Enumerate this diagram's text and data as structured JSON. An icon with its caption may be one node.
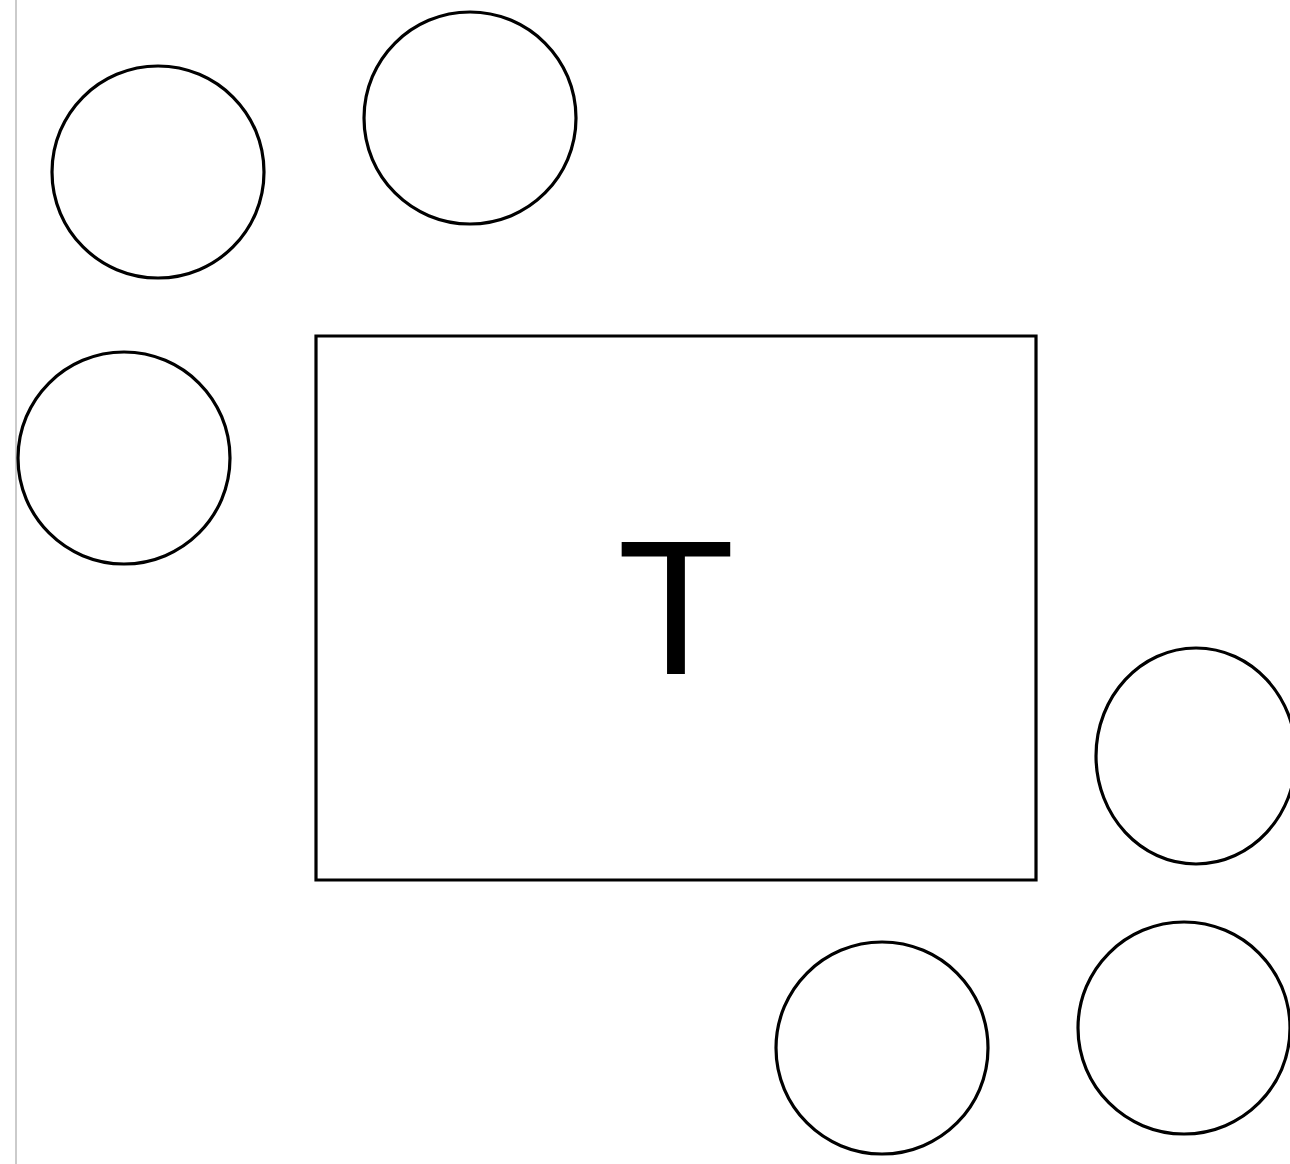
{
  "diagram": {
    "nodes": [
      {
        "text": [],
        "shape": "circle"
      },
      {
        "text": [],
        "shape": "circle"
      },
      {
        "text": [],
        "shape": "circle"
      },
      {
        "text": [
          "T"
        ]
      },
      {
        "text": [],
        "shape": "circle"
      },
      {
        "text": [],
        "shape": "circle"
      },
      {
        "text": [],
        "shape": "circle"
      }
    ]
  }
}
